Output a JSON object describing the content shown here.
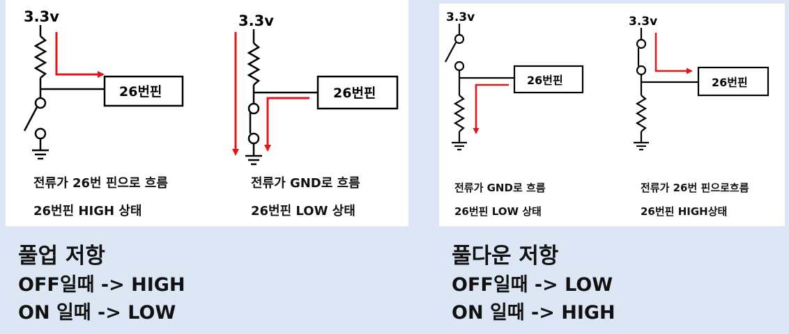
{
  "colors": {
    "background": "#dde6f4",
    "panel": "#ffffff",
    "wire": "#000000",
    "current_arrow": "#e0161b"
  },
  "pullup": {
    "circuit_a": {
      "voltage": "3.3v",
      "pin_label": "26번핀",
      "caption_current": "전류가 26번 핀으로 흐름",
      "caption_state": "26번핀 HIGH 상태"
    },
    "circuit_b": {
      "voltage": "3.3v",
      "pin_label": "26번핀",
      "caption_current": "전류가 GND로 흐름",
      "caption_state": "26번핀 LOW 상태"
    },
    "heading": {
      "title": "풀업 저항",
      "off_line": "OFF일때 -> HIGH",
      "on_line": "ON 일때 -> LOW"
    }
  },
  "pulldown": {
    "circuit_a": {
      "voltage": "3.3v",
      "pin_label": "26번핀",
      "caption_current": "전류가 GND로 흐름",
      "caption_state": "26번핀 LOW 상태"
    },
    "circuit_b": {
      "voltage": "3.3v",
      "pin_label": "26번핀",
      "caption_current": "전류가 26번 핀으로흐름",
      "caption_state": "26번핀 HIGH상태"
    },
    "heading": {
      "title": "풀다운 저항",
      "off_line": "OFF일때 -> LOW",
      "on_line": "ON 일때 -> HIGH"
    }
  }
}
